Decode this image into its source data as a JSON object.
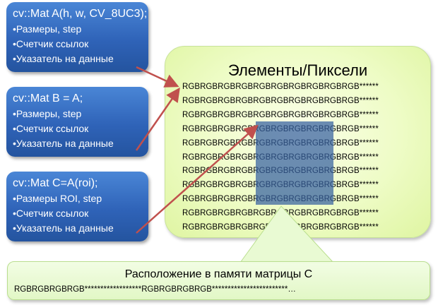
{
  "mat_a": {
    "title": "cv::Mat A(h, w, CV_8UC3);",
    "items": [
      "•Размеры, step",
      "•Счетчик ссылок",
      "•Указатель на данные"
    ]
  },
  "mat_b": {
    "title": "cv::Mat B = A;",
    "items": [
      "•Размеры, step",
      "•Счетчик ссылок",
      "•Указатель на данные"
    ]
  },
  "mat_c": {
    "title": "cv::Mat C=A(roi);",
    "items": [
      "•Размеры ROI, step",
      "•Счетчик ссылок",
      "•Указатель на данные"
    ]
  },
  "pixels": {
    "title": "Элементы/Пиксели",
    "rows": [
      "RGBRGBRGBRGBRGBRGBRGBRGBRGBRGB******",
      "RGBRGBRGBRGBRGBRGBRGBRGBRGBRGB******",
      "RGBRGBRGBRGBRGBRGBRGBRGBRGBRGB******",
      "RGBRGBRGBRGBRGBRGBRGBRGBRGBRGB******",
      "RGBRGBRGBRGBRGBRGBRGBRGBRGBRGB******",
      "RGBRGBRGBRGBRGBRGBRGBRGBRGBRGB******",
      "RGBRGBRGBRGBRGBRGBRGBRGBRGBRGB******",
      "RGBRGBRGBRGBRGBRGBRGBRGBRGBRGB******",
      "RGBRGBRGBRGBRGBRGBRGBRGBRGBRGB******",
      "RGBRGBRGBRGBRGBRGBRGBRGBRGBRGB******",
      "RGBRGBRGBRGBRGBRGBRGBRGBRGBRGB******"
    ]
  },
  "memory": {
    "title": "Расположение в памяти матрицы C",
    "layout": "RGBRGBRGBRGB******************RGBRGBRGBRGB************************…"
  },
  "colors": {
    "blue_box": "#2f63b8",
    "green_panel": "#eefcc6",
    "roi": "#3460a0",
    "arrow": "#c0504d"
  }
}
